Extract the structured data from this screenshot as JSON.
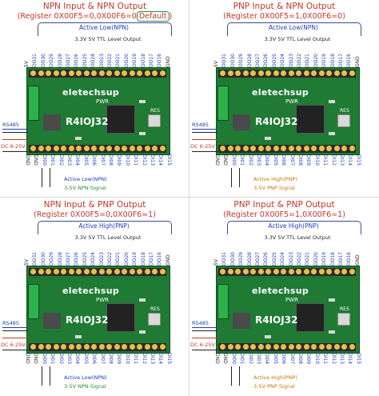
{
  "panels": [
    {
      "title": "NPN Input  & NPN Output",
      "register": "(Register 0X00F5=0,0X00F6=0",
      "register_default": "Default",
      "register_close": ")",
      "bus_label": "Active Low(NPN)",
      "ttl_label": "3.3V 5V TTL Level Output",
      "legend_1": "Active Low(NPN)",
      "legend_2": "3-5V NPN Signal",
      "input_type": "npn"
    },
    {
      "title": "PNP Input  & NPN Output",
      "register": "(Register 0X00F5=1,0X00F6=0)",
      "register_default": "",
      "register_close": "",
      "bus_label": "Active Low(NPN)",
      "ttl_label": "3.3V 5V TTL Level Output",
      "legend_1": "Active High(PNP)",
      "legend_2": "3-5V PNP Signal",
      "input_type": "pnp"
    },
    {
      "title": "NPN Input  & PNP Output",
      "register": "(Register 0X00F5=0,0X00F6=1)",
      "register_default": "",
      "register_close": "",
      "bus_label": "Active High(PNP)",
      "ttl_label": "3.3V 5V TTL Level Output",
      "legend_1": "Active Low(NPN)",
      "legend_2": "3-5V NPN Signal",
      "input_type": "npn"
    },
    {
      "title": "PNP Input  & PNP Output",
      "register": "(Register 0X00F5=1,0X00F6=1)",
      "register_default": "",
      "register_close": "",
      "bus_label": "Active High(PNP)",
      "ttl_label": "3.3V 5V TTL Level Output",
      "legend_1": "Active High(PNP)",
      "legend_2": "3-5V PNP Signal",
      "input_type": "pnp"
    }
  ],
  "board": {
    "brand": "eletechsup",
    "model": "R4IOJ32",
    "pwr": "PWR",
    "res": "RES",
    "rs485": "RS485",
    "dc_in": "DC 6-25V"
  },
  "top_pins": [
    "5V",
    "DO31",
    "DO30",
    "DO29",
    "DO28",
    "DO27",
    "DO26",
    "DO25",
    "DO24",
    "DO23",
    "DO22",
    "DO21",
    "DO20",
    "DO19",
    "DO18",
    "DO17",
    "DO16",
    "GND"
  ],
  "bottom_pins": [
    "GND",
    "GND",
    "DI00",
    "DI01",
    "DI02",
    "DI03",
    "DI04",
    "DI05",
    "DI06",
    "DI07",
    "DI08",
    "DI09",
    "DI10",
    "DI11",
    "DI12",
    "DI13",
    "DI14",
    "DI15"
  ],
  "colors": {
    "title": "#c0392b",
    "pin_blue": "#1d3fb5",
    "board": "#1f7a33",
    "npn_signal": "#2e8b3e",
    "pnp_signal": "#c57a00"
  }
}
